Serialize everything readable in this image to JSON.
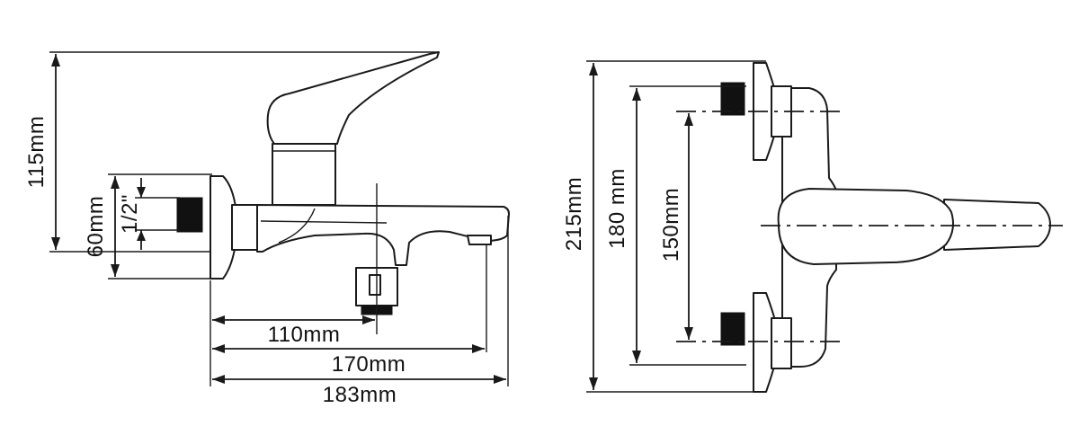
{
  "side_view": {
    "height_label": "115mm",
    "connection_label": "60mm",
    "thread_label": "1/2\"",
    "spout_a_label": "110mm",
    "spout_b_label": "170mm",
    "length_label": "183mm"
  },
  "front_view": {
    "overall_label": "215mm",
    "centers_label": "180 mm",
    "inner_label": "150mm"
  },
  "colors": {
    "line": "#1a1a1a",
    "fill_dark": "#111111",
    "background": "#ffffff"
  }
}
